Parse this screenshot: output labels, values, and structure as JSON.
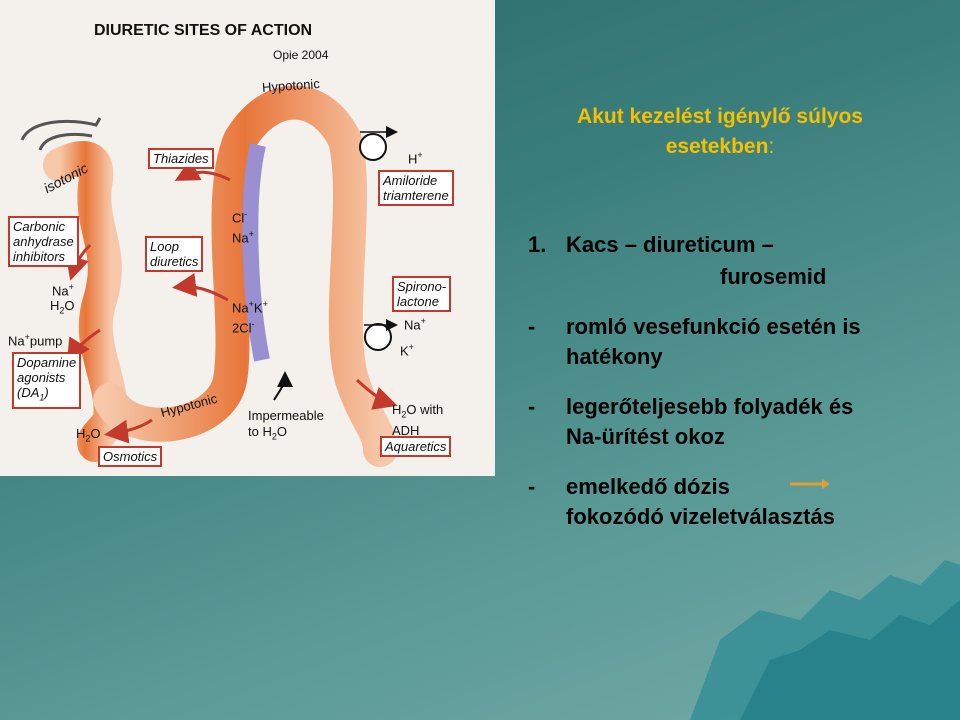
{
  "slide": {
    "title_line1": "Akut kezelést igénylő súlyos",
    "title_line2": "esetekben",
    "title_colon": ":",
    "item1_number": "1.",
    "item1_line1": "Kacs – diureticum –",
    "item1_line2": "furosemid",
    "bullet_dash": "-",
    "bullet1_line1": "romló vesefunkció esetén is",
    "bullet1_line2": "hatékony",
    "bullet2_line1": "legerőteljesebb folyadék és",
    "bullet2_line2": "Na-ürítést okoz",
    "bullet3_line1": "emelkedő dózis",
    "bullet3_line2": "fokozódó  vizeletválasztás"
  },
  "figure": {
    "title": "DIURETIC SITES OF ACTION",
    "author": "Opie 2004",
    "hypotonic_top": "Hypotonic",
    "isotonic": "isotonic",
    "thiazides": "Thiazides",
    "carbonic_1": "Carbonic",
    "carbonic_2": "anhydrase",
    "carbonic_3": "inhibitors",
    "na_plus": "Na",
    "h2o": "H",
    "h2o_o": "O",
    "na_pump": "Na",
    "pump": "pump",
    "dopamine_1": "Dopamine",
    "dopamine_2": "agonists",
    "dopamine_3": "(DA",
    "dopamine_3b": ")",
    "loop_1": "Loop",
    "loop_2": "diuretics",
    "cl": "Cl",
    "na2": "Na",
    "nak2cl_1": "Na",
    "nak2cl_2": "K",
    "nak2cl_3": "2Cl",
    "hypotonic_bottom": "Hypotonic",
    "impermeable_1": "Impermeable",
    "impermeable_2": "to H",
    "impermeable_2b": "O",
    "h2o_bottom": "H",
    "h2o_bottom_o": "O",
    "osmotics": "Osmotics",
    "h_plus": "H",
    "amiloride_1": "Amiloride",
    "amiloride_2": "triamterene",
    "spirono_1": "Spirono-",
    "spirono_2": "lactone",
    "na_right": "Na",
    "k_right": "K",
    "h2o_adh_1": "H",
    "h2o_adh_1b": "O with",
    "h2o_adh_2": "ADH",
    "aquaretics": "Aquaretics",
    "sup_plus": "+",
    "sup_minus": "-",
    "sub_2": "2",
    "sub_1": "1"
  },
  "colors": {
    "title": "#f5c000",
    "arrow_red": "#c23a2c",
    "tubule_orange": "#e8763a",
    "tubule_purple": "#9a8fd0"
  }
}
